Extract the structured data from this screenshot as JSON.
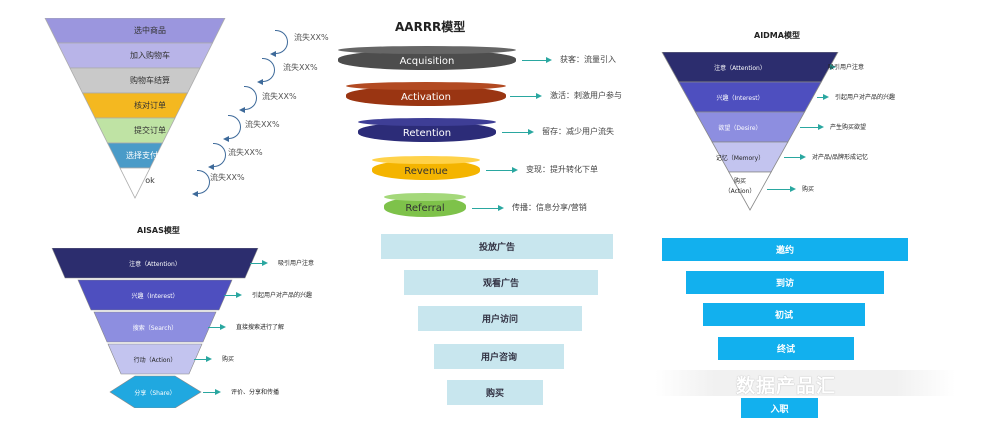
{
  "funnel1": {
    "layers": [
      "选中商品",
      "加入购物车",
      "购物车结算",
      "核对订单",
      "提交订单",
      "选择支付方式",
      "ok"
    ],
    "losses": [
      "流失XX%",
      "流失XX%",
      "流失XX%",
      "流失XX%",
      "流失XX%",
      "流失XX%"
    ],
    "colors": [
      "#9b96de",
      "#b8b4e8",
      "#c9c9c9",
      "#f4b820",
      "#bfe3a4",
      "#4a9bc8",
      "#ffffff"
    ]
  },
  "aarrr": {
    "title": "AARRR模型",
    "stages": [
      {
        "name": "Acquisition",
        "desc": "获客：流量引入",
        "color": "#4d4d4d",
        "top": "#666666",
        "text": "#ffffff"
      },
      {
        "name": "Activation",
        "desc": "激活：刺激用户参与",
        "color": "#9a3512",
        "top": "#b24a22",
        "text": "#ffffff"
      },
      {
        "name": "Retention",
        "desc": "留存：减少用户流失",
        "color": "#2c2c78",
        "top": "#3e3e96",
        "text": "#ffffff"
      },
      {
        "name": "Revenue",
        "desc": "变现：提升转化下单",
        "color": "#f4b400",
        "top": "#ffd24a",
        "text": "#333333"
      },
      {
        "name": "Referral",
        "desc": "传播：信息分享/营销",
        "color": "#7ec24a",
        "top": "#a4d87a",
        "text": "#333333"
      }
    ]
  },
  "aidma": {
    "title": "AIDMA模型",
    "layers": [
      {
        "label": "注意（Attention）",
        "desc": "吸引用户注意",
        "color": "#2c2d6e"
      },
      {
        "label": "兴趣（Interest）",
        "desc": "引起用户对产品的兴趣",
        "color": "#4e4fbf"
      },
      {
        "label": "欲望（Desire）",
        "desc": "产生购买欲望",
        "color": "#8d8ee0"
      },
      {
        "label": "记忆（Memory）",
        "desc": "对产品/品牌形成记忆",
        "color": "#c3c4ef"
      },
      {
        "label": "购买",
        "label2": "（Action）",
        "desc": "购买",
        "color": "#ffffff"
      }
    ]
  },
  "aisas": {
    "title": "AISAS模型",
    "layers": [
      {
        "label": "注意（Attention）",
        "desc": "吸引用户注意",
        "color": "#2c2d6e"
      },
      {
        "label": "兴趣（Interest）",
        "desc": "引起用户对产品的兴趣",
        "color": "#4e4fbf"
      },
      {
        "label": "搜索（Search）",
        "desc": "直接搜索进行了解",
        "color": "#8d8ee0"
      },
      {
        "label": "行动（Action）",
        "desc": "购买",
        "color": "#c3c4ef"
      },
      {
        "label": "分享（Share）",
        "desc": "评价、分享和传播",
        "color": "#20a8e0"
      }
    ]
  },
  "ad_funnel": {
    "steps": [
      "投放广告",
      "观看广告",
      "用户访问",
      "用户咨询",
      "购买"
    ],
    "color": "#c8e6ee"
  },
  "recruit_funnel": {
    "steps": [
      "邀约",
      "到访",
      "初试",
      "终试",
      "入职"
    ],
    "watermark": "数据产品汇",
    "color": "#12b0ee"
  }
}
